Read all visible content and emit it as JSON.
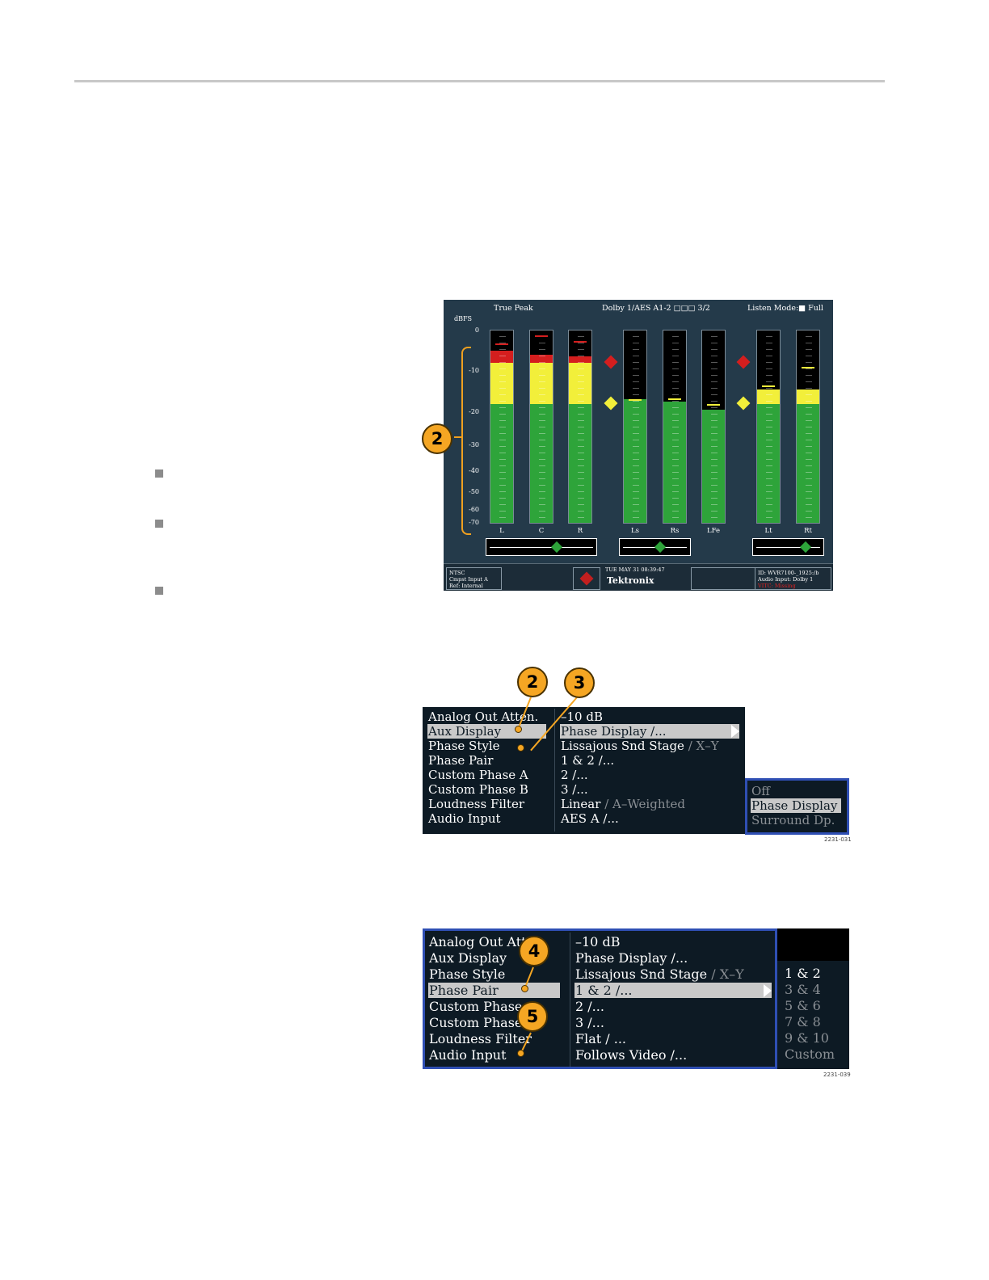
{
  "screen": {
    "header": {
      "left": "True Peak",
      "center": "Dolby 1/AES A1-2  □□□ 3/2",
      "right": "Listen Mode:■ Full"
    },
    "unit": "dBFS",
    "ticks": [
      "0",
      "-10",
      "-20",
      "-30",
      "-40",
      "-50",
      "-60",
      "-70"
    ],
    "channels": [
      "L",
      "C",
      "R",
      "Ls",
      "Rs",
      "LFe",
      "Lt",
      "Rt"
    ],
    "status": {
      "left": [
        "NTSC",
        "Cmpst Input A",
        "Ref: Internal"
      ],
      "datetime": "TUE MAY 31  08:39:47",
      "brand": "Tektronix",
      "right": [
        "ID: WVR7100-_1925:/b",
        "Audio Input: Dolby 1",
        "VITC: Missing"
      ]
    }
  },
  "callouts": {
    "meter": "2",
    "menu1_a": "2",
    "menu1_b": "3",
    "menu2_a": "4",
    "menu2_b": "5"
  },
  "menu1": {
    "labels": [
      "Analog Out Atten.",
      "Aux Display",
      "Phase Style",
      "Phase Pair",
      "Custom Phase A",
      "Custom Phase B",
      "Loudness Filter",
      "Audio Input"
    ],
    "values": [
      [
        "–10 dB",
        ""
      ],
      [
        "Phase Display /...",
        ""
      ],
      [
        "Lissajous Snd Stage",
        " / X–Y"
      ],
      [
        "1 & 2 /...",
        ""
      ],
      [
        "2 /...",
        ""
      ],
      [
        "3 /...",
        ""
      ],
      [
        "Linear",
        " / A–Weighted"
      ],
      [
        "AES A /...",
        ""
      ]
    ],
    "submenu": [
      "Off",
      "Phase Display",
      "Surround Dp."
    ],
    "figure": "2231-031"
  },
  "menu2": {
    "labels": [
      "Analog Out Atten.",
      "Aux Display",
      "Phase Style",
      "Phase Pair",
      "Custom Phase A",
      "Custom Phase B",
      "Loudness Filter",
      "Audio Input"
    ],
    "values": [
      [
        "–10 dB",
        ""
      ],
      [
        "Phase Display /...",
        ""
      ],
      [
        "Lissajous Snd Stage",
        " / X–Y"
      ],
      [
        "1 & 2 /...",
        ""
      ],
      [
        "2 /...",
        ""
      ],
      [
        "3 /...",
        ""
      ],
      [
        "Flat / ...",
        ""
      ],
      [
        "Follows Video /...",
        ""
      ]
    ],
    "submenu": [
      "1 & 2",
      "3 & 4",
      "5 & 6",
      "7 & 8",
      "9 & 10",
      "Custom"
    ],
    "figure": "2231-039"
  },
  "colors": {
    "meter_green": "#2ea43a",
    "meter_yellow": "#f2ef3a",
    "meter_red": "#d41e1e",
    "callout": "#f5a623",
    "menu_frame": "#2f4fb4"
  }
}
